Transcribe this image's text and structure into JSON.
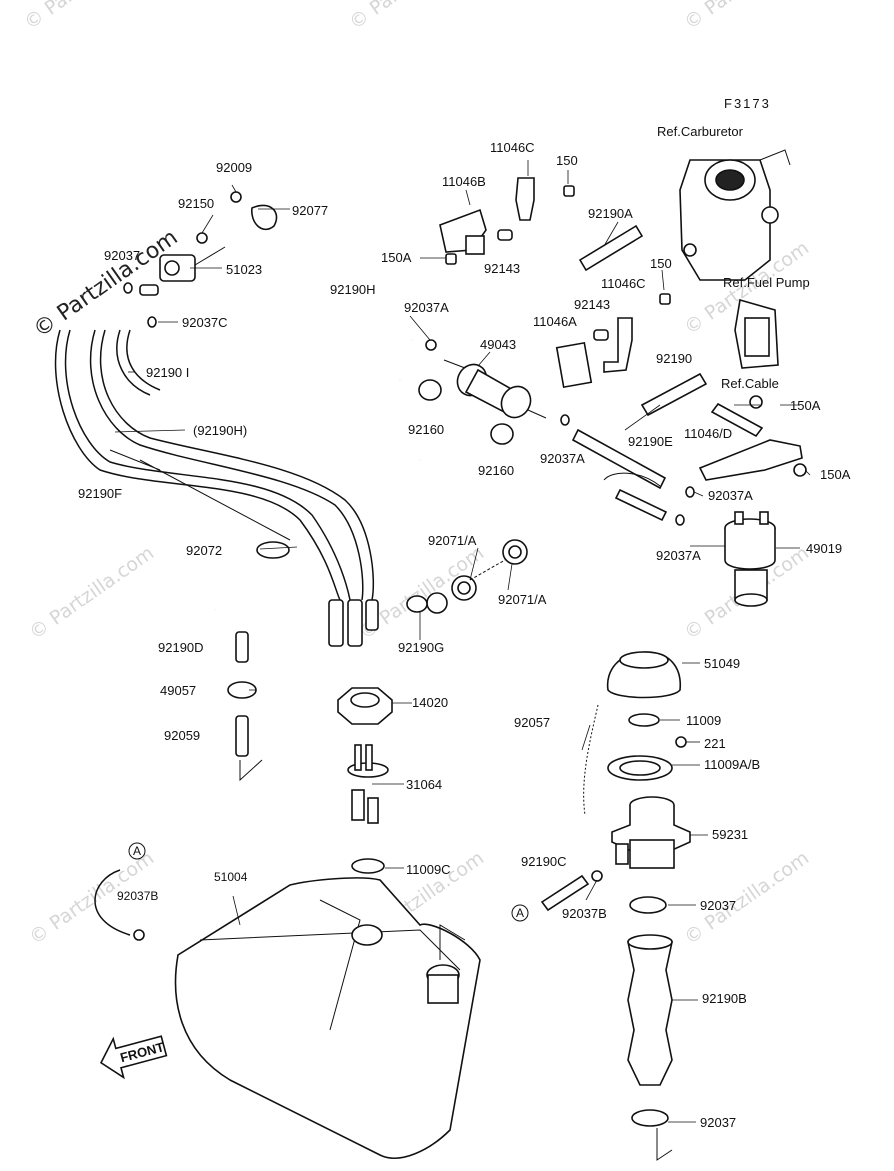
{
  "figure_code": "F3173",
  "watermark": "© Partzilla.com",
  "watermark_repeat": "© Partzilla.com",
  "front_arrow_label": "FRONT",
  "ref_labels": {
    "carburetor": "Ref.Carburetor",
    "fuel_pump": "Ref.Fuel Pump",
    "cable": "Ref.Cable"
  },
  "callout_letter": "A",
  "part_labels": {
    "p92009": "92009",
    "p92150": "92150",
    "p92077": "92077",
    "p92037": "92037",
    "p51023": "51023",
    "p92037C": "92037C",
    "p92190I": "92190 I",
    "p92190H_paren": "(92190H)",
    "p92190F": "92190F",
    "p92072": "92072",
    "p92190D": "92190D",
    "p49057": "49057",
    "p92059": "92059",
    "p92037B_left": "92037B",
    "p51004": "51004",
    "p11046C_top": "11046C",
    "p150_top": "150",
    "p11046B": "11046B",
    "p92190A": "92190A",
    "p150A_top": "150A",
    "p92143_top": "92143",
    "p92190H": "92190H",
    "p92037A_top": "92037A",
    "p49043": "49043",
    "p150_mid": "150",
    "p11046C_mid": "11046C",
    "p92143_mid": "92143",
    "p11046A": "11046A",
    "p92160_a": "92160",
    "p92160_b": "92160",
    "p92037A_mid": "92037A",
    "p92190": "92190",
    "p150A_right1": "150A",
    "p11046D": "11046/D",
    "p92190E": "92190E",
    "p150A_right2": "150A",
    "p92037A_right": "92037A",
    "p92037A_low": "92037A",
    "p49019": "49019",
    "p92071A_top": "92071/A",
    "p92071A_bot": "92071/A",
    "p92190G": "92190G",
    "p14020": "14020",
    "p31064": "31064",
    "p11009C": "11009C",
    "p51049": "51049",
    "p92057": "92057",
    "p11009": "11009",
    "p221": "221",
    "p11009AB": "11009A/B",
    "p59231": "59231",
    "p92190C": "92190C",
    "p92037B_right": "92037B",
    "p92037_mid": "92037",
    "p92190B": "92190B",
    "p92037_bot": "92037"
  }
}
